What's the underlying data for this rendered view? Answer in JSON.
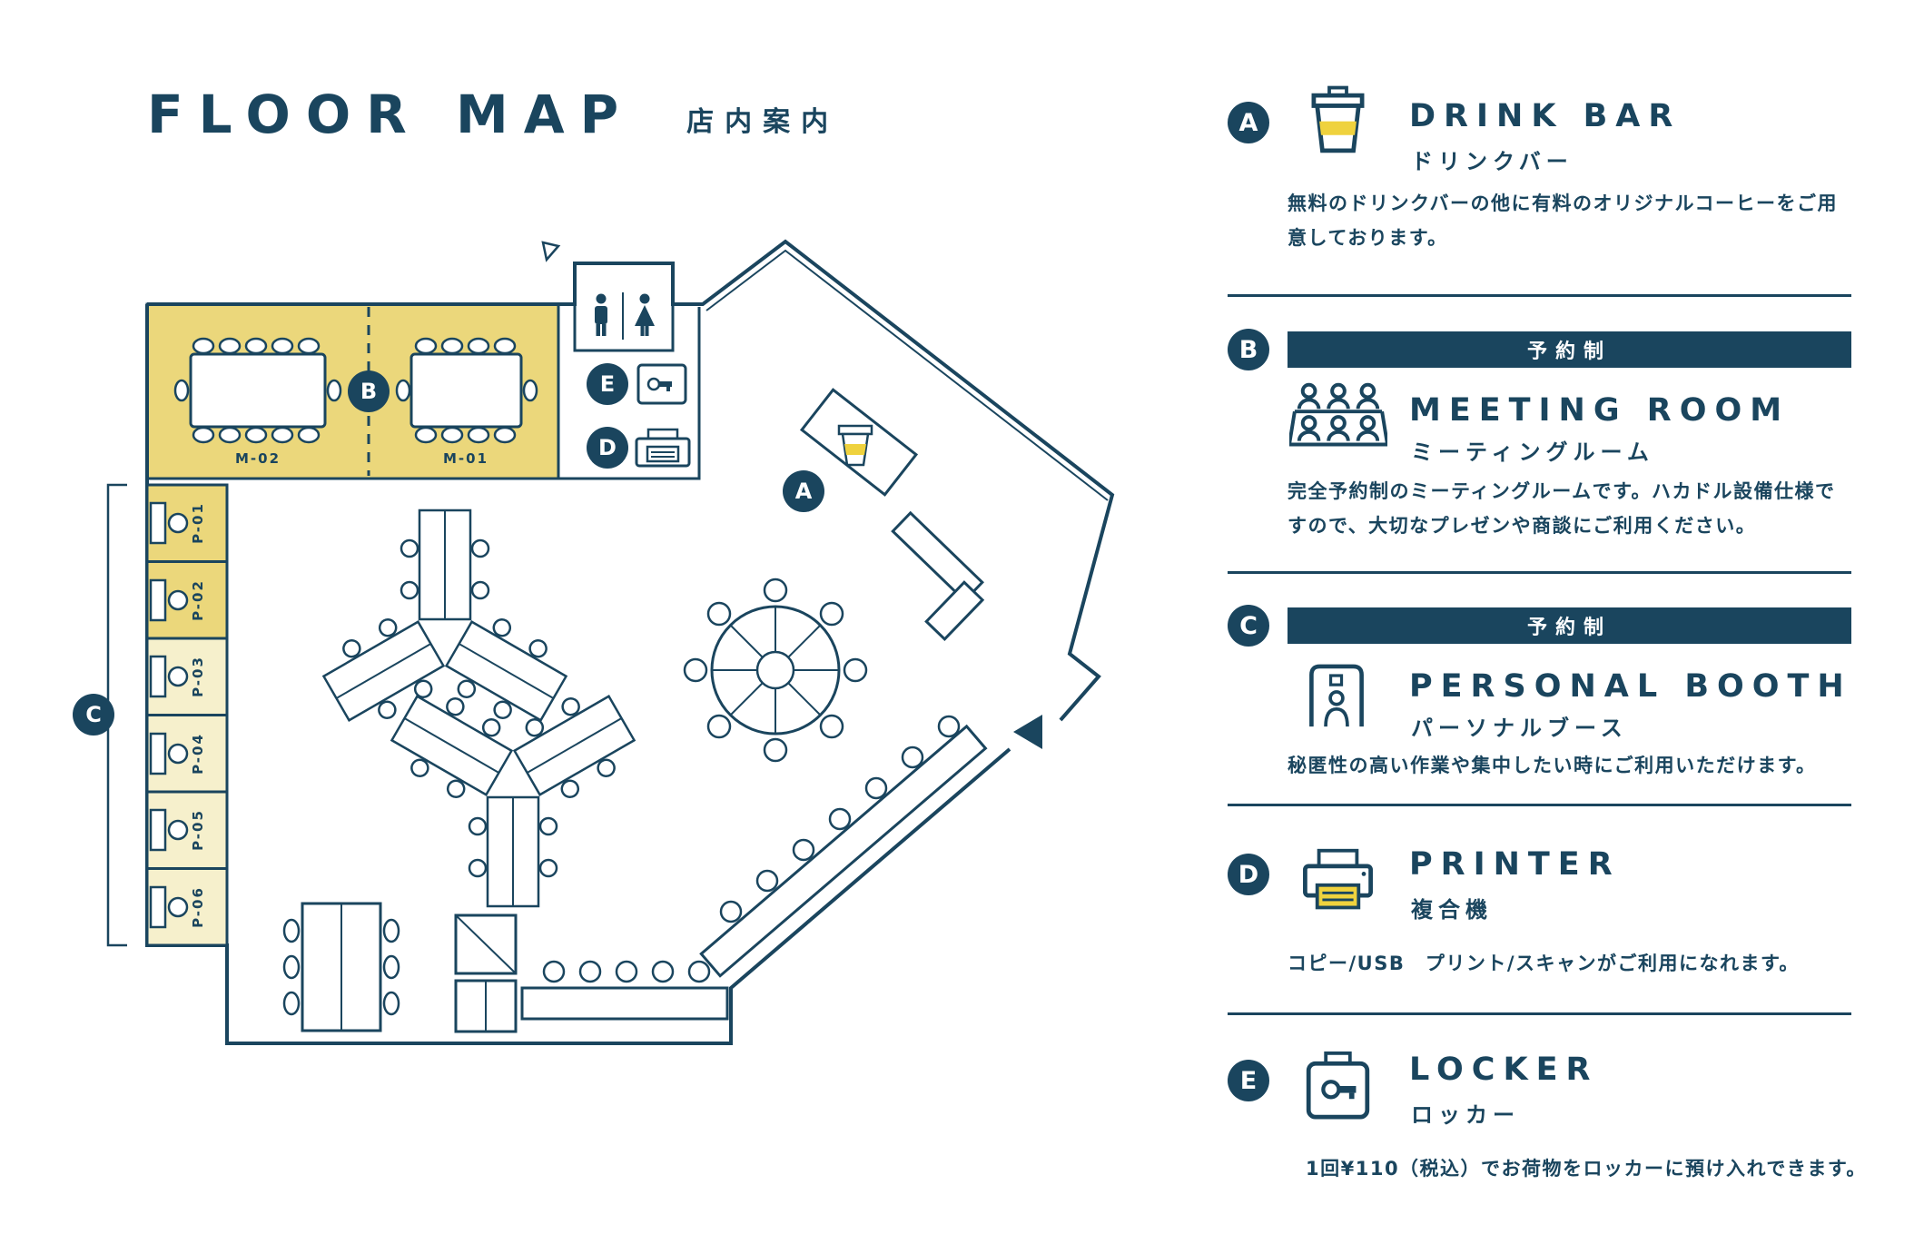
{
  "colors": {
    "navy": "#1A455E",
    "room_yellow": "#EBD77B",
    "booth_pale_yellow": "#F6F0CC",
    "icon_yellow": "#EFD23E"
  },
  "header": {
    "title": "FLOOR MAP",
    "subtitle": "店内案内"
  },
  "map": {
    "meeting_room": {
      "badge": "B",
      "rooms": [
        "M-02",
        "M-01"
      ]
    },
    "booths": {
      "badge": "C",
      "labels": [
        "P-01",
        "P-02",
        "P-03",
        "P-04",
        "P-05",
        "P-06"
      ]
    },
    "drink_bar_badge": "A",
    "locker_badge": "E",
    "printer_badge": "D"
  },
  "legend": {
    "sections": [
      {
        "letter": "A",
        "title": "DRINK BAR",
        "subtitle": "ドリンクバー",
        "reserved": null,
        "description": "無料のドリンクバーの他に有料のオリジナルコーヒーをご用意しております。"
      },
      {
        "letter": "B",
        "title": "MEETING ROOM",
        "subtitle": "ミーティングルーム",
        "reserved": "予約制",
        "description": "完全予約制のミーティングルームです。ハカドル設備仕様ですので、大切なプレゼンや商談にご利用ください。"
      },
      {
        "letter": "C",
        "title": "PERSONAL BOOTH",
        "subtitle": "パーソナルブース",
        "reserved": "予約制",
        "description": "秘匿性の高い作業や集中したい時にご利用いただけます。"
      },
      {
        "letter": "D",
        "title": "PRINTER",
        "subtitle": "複合機",
        "reserved": null,
        "description": "コピー/USB　プリント/スキャンがご利用になれます。"
      },
      {
        "letter": "E",
        "title": "LOCKER",
        "subtitle": "ロッカー",
        "reserved": null,
        "description": "1回¥110（税込）でお荷物をロッカーに預け入れできます。"
      }
    ]
  }
}
